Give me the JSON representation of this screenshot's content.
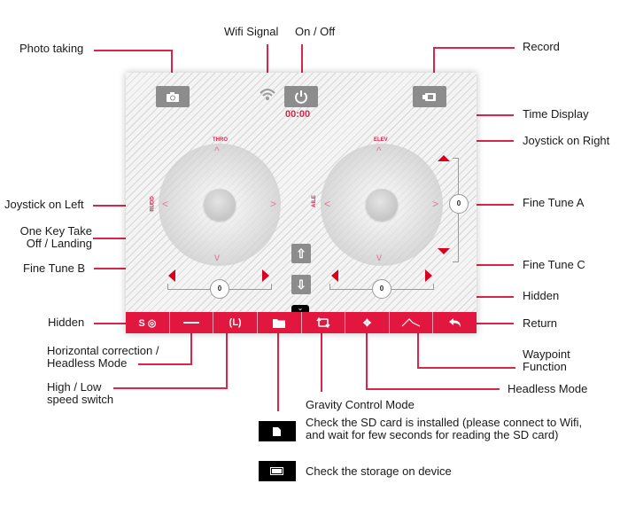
{
  "labels": {
    "photo_taking": "Photo taking",
    "wifi_signal": "Wifi Signal",
    "on_off": "On / Off",
    "record": "Record",
    "time_display": "Time Display",
    "joystick_right": "Joystick on Right",
    "joystick_left": "Joystick on Left",
    "one_key": "One Key Take Off / Landing",
    "fine_tune_a": "Fine Tune A",
    "fine_tune_b": "Fine Tune B",
    "fine_tune_c": "Fine Tune C",
    "hidden_right": "Hidden",
    "hidden_left": "Hidden",
    "return": "Return",
    "horizontal_correction": "Horizontal correction / Headless Mode",
    "waypoint": "Waypoint Function",
    "high_low_speed": "High / Low speed switch",
    "headless_mode": "Headless Mode",
    "gravity_control": "Gravity Control Mode"
  },
  "screen": {
    "time": "00:00",
    "left_joystick": {
      "top_label": "THRO",
      "left_label": "RUDD"
    },
    "right_joystick": {
      "top_label": "ELEV",
      "left_label": "AILE"
    },
    "trim_b_value": "0",
    "trim_c_value": "0",
    "trim_a_value": "0",
    "toolbar": [
      {
        "name": "hidden",
        "icon": "S ◎"
      },
      {
        "name": "horizontal-correction",
        "icon": "—"
      },
      {
        "name": "speed-switch",
        "icon": "(L)"
      },
      {
        "name": "folder",
        "icon": "▬"
      },
      {
        "name": "gravity-control",
        "icon": "⟲"
      },
      {
        "name": "headless-mode",
        "icon": "✥"
      },
      {
        "name": "waypoint",
        "icon": "∧"
      },
      {
        "name": "return",
        "icon": "↶"
      }
    ]
  },
  "legend": [
    {
      "icon": "sd-card-icon",
      "text": "Check the SD card is installed (please connect to Wifi, and wait for few seconds for reading the SD card)"
    },
    {
      "icon": "storage-icon",
      "text": "Check the storage on device"
    }
  ],
  "colors": {
    "accent": "#e2173f",
    "leader": "#d9264a",
    "button_gray": "#8c8c8c"
  }
}
